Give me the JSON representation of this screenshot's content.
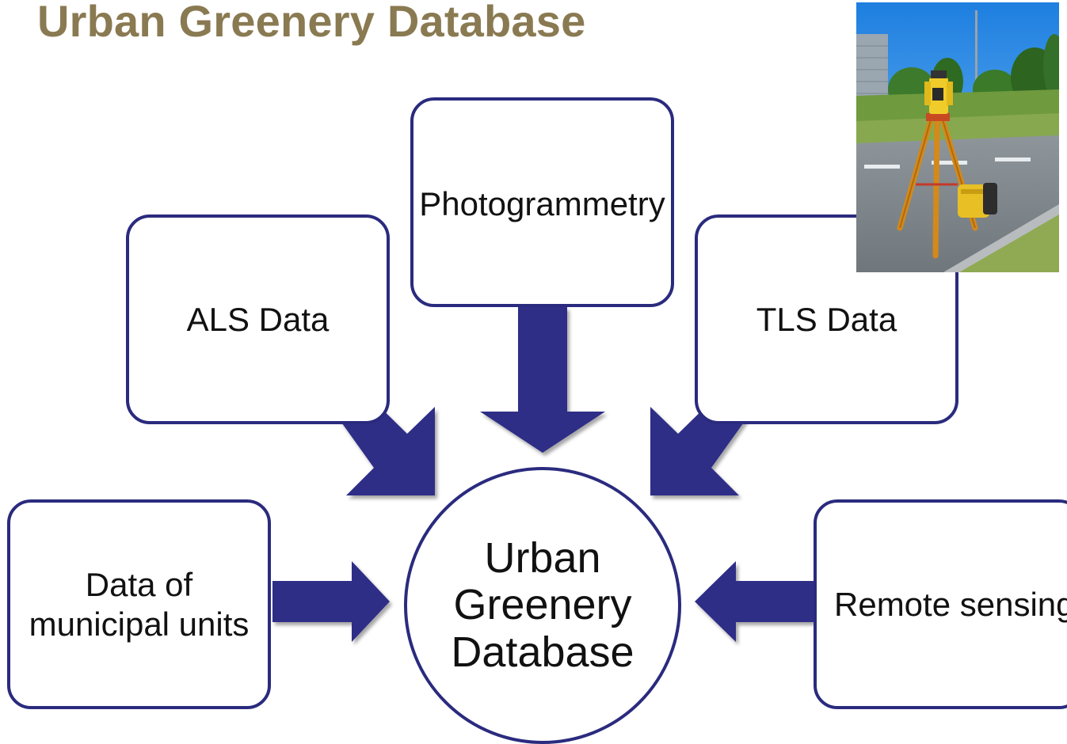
{
  "title": "Urban Greenery Database",
  "diagram": {
    "sources": [
      {
        "id": "als",
        "label": "ALS Data"
      },
      {
        "id": "photogrammetry",
        "label": "Photogrammetry"
      },
      {
        "id": "tls",
        "label": "TLS Data"
      },
      {
        "id": "municipal",
        "label_line1": "Data of",
        "label_line2": "municipal units"
      },
      {
        "id": "remote",
        "label": "Remote sensing"
      }
    ],
    "hub": {
      "line1": "Urban",
      "line2": "Greenery",
      "line3": "Database"
    }
  },
  "colors": {
    "title": "#8a7a52",
    "arrow": "#2e2f87",
    "border": "#2a2b7e"
  },
  "photo": {
    "subject": "total-station-on-tripod-image"
  }
}
